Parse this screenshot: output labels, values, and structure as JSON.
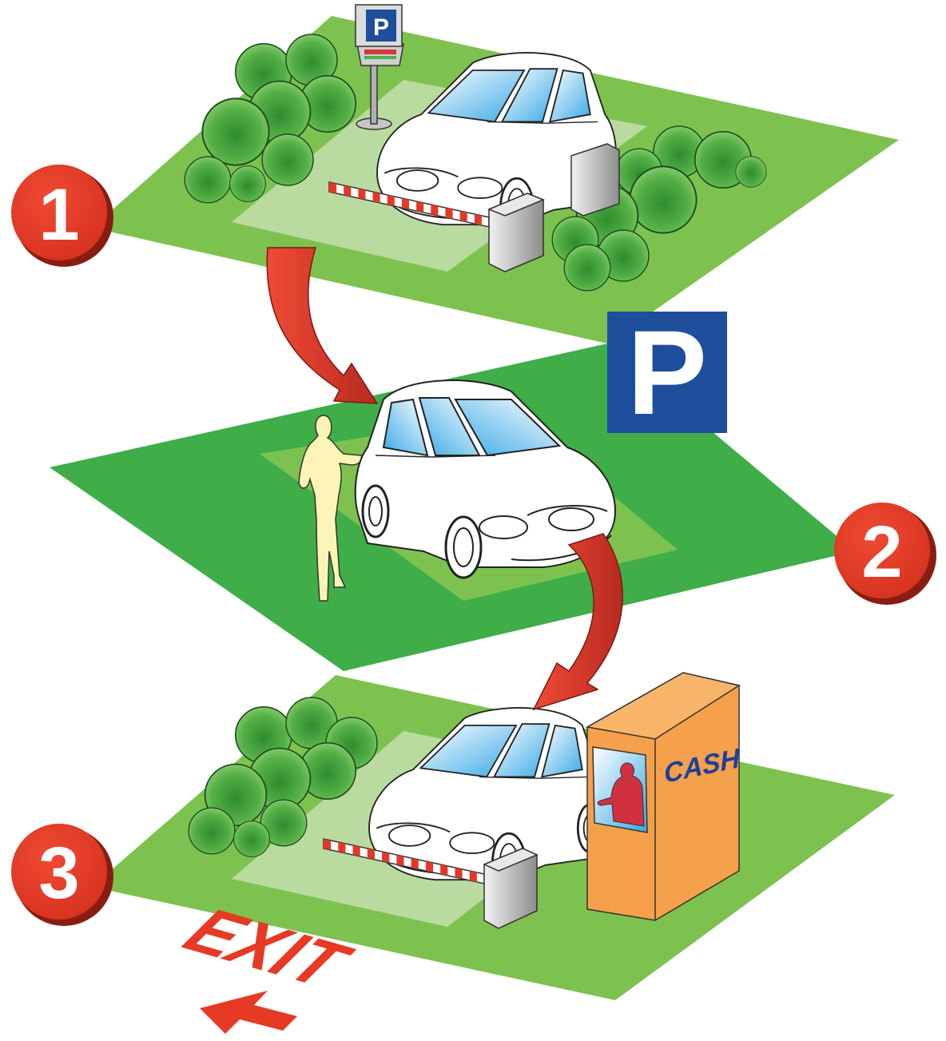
{
  "steps": [
    {
      "number": "1",
      "label_color": "#e03a28"
    },
    {
      "number": "2",
      "label_color": "#e03a28"
    },
    {
      "number": "3",
      "label_color": "#e03a28"
    }
  ],
  "parking_sign": {
    "letter": "P",
    "color": "#1f4e9c"
  },
  "ticket_machine_sign": {
    "letter": "P"
  },
  "cash_booth": {
    "label": "CASH",
    "color": "#f5a04a"
  },
  "exit": {
    "label": "EXIT",
    "color": "#e63a25"
  },
  "colors": {
    "platform_light": "#7dc24f",
    "platform_dark": "#3fae49",
    "lane": "#b9dba0",
    "arrow": "#e0392a",
    "tree": "#4fab3a",
    "person": "#fbf4b6",
    "cashier": "#d1313f"
  },
  "icons": [
    "parking-sign-icon",
    "car-icon",
    "barrier-gate-icon",
    "tree-icon",
    "person-icon",
    "cashier-icon",
    "arrow-icon"
  ]
}
